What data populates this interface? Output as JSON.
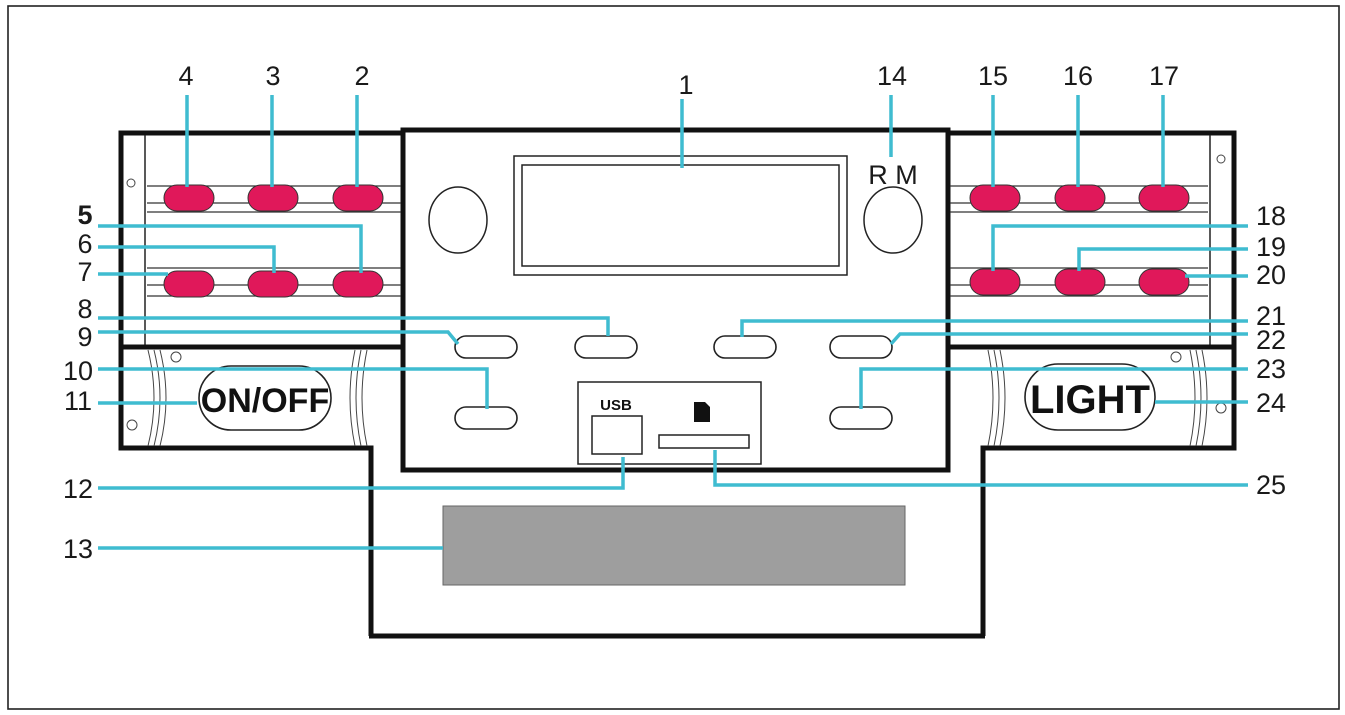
{
  "callouts": {
    "n1": "1",
    "n2": "2",
    "n3": "3",
    "n4": "4",
    "n5": "5",
    "n6": "6",
    "n7": "7",
    "n8": "8",
    "n9": "9",
    "n10": "10",
    "n11": "11",
    "n12": "12",
    "n13": "13",
    "n14": "14",
    "n15": "15",
    "n16": "16",
    "n17": "17",
    "n18": "18",
    "n19": "19",
    "n20": "20",
    "n21": "21",
    "n22": "22",
    "n23": "23",
    "n24": "24",
    "n25": "25"
  },
  "device": {
    "on_off_label": "ON/OFF",
    "light_label": "LIGHT",
    "remote_label": "R M",
    "usb_label": "USB"
  },
  "colors": {
    "fader_knob": "#e0185a",
    "leader_line": "#3fbcd0",
    "speaker_grille": "#9e9e9e"
  }
}
